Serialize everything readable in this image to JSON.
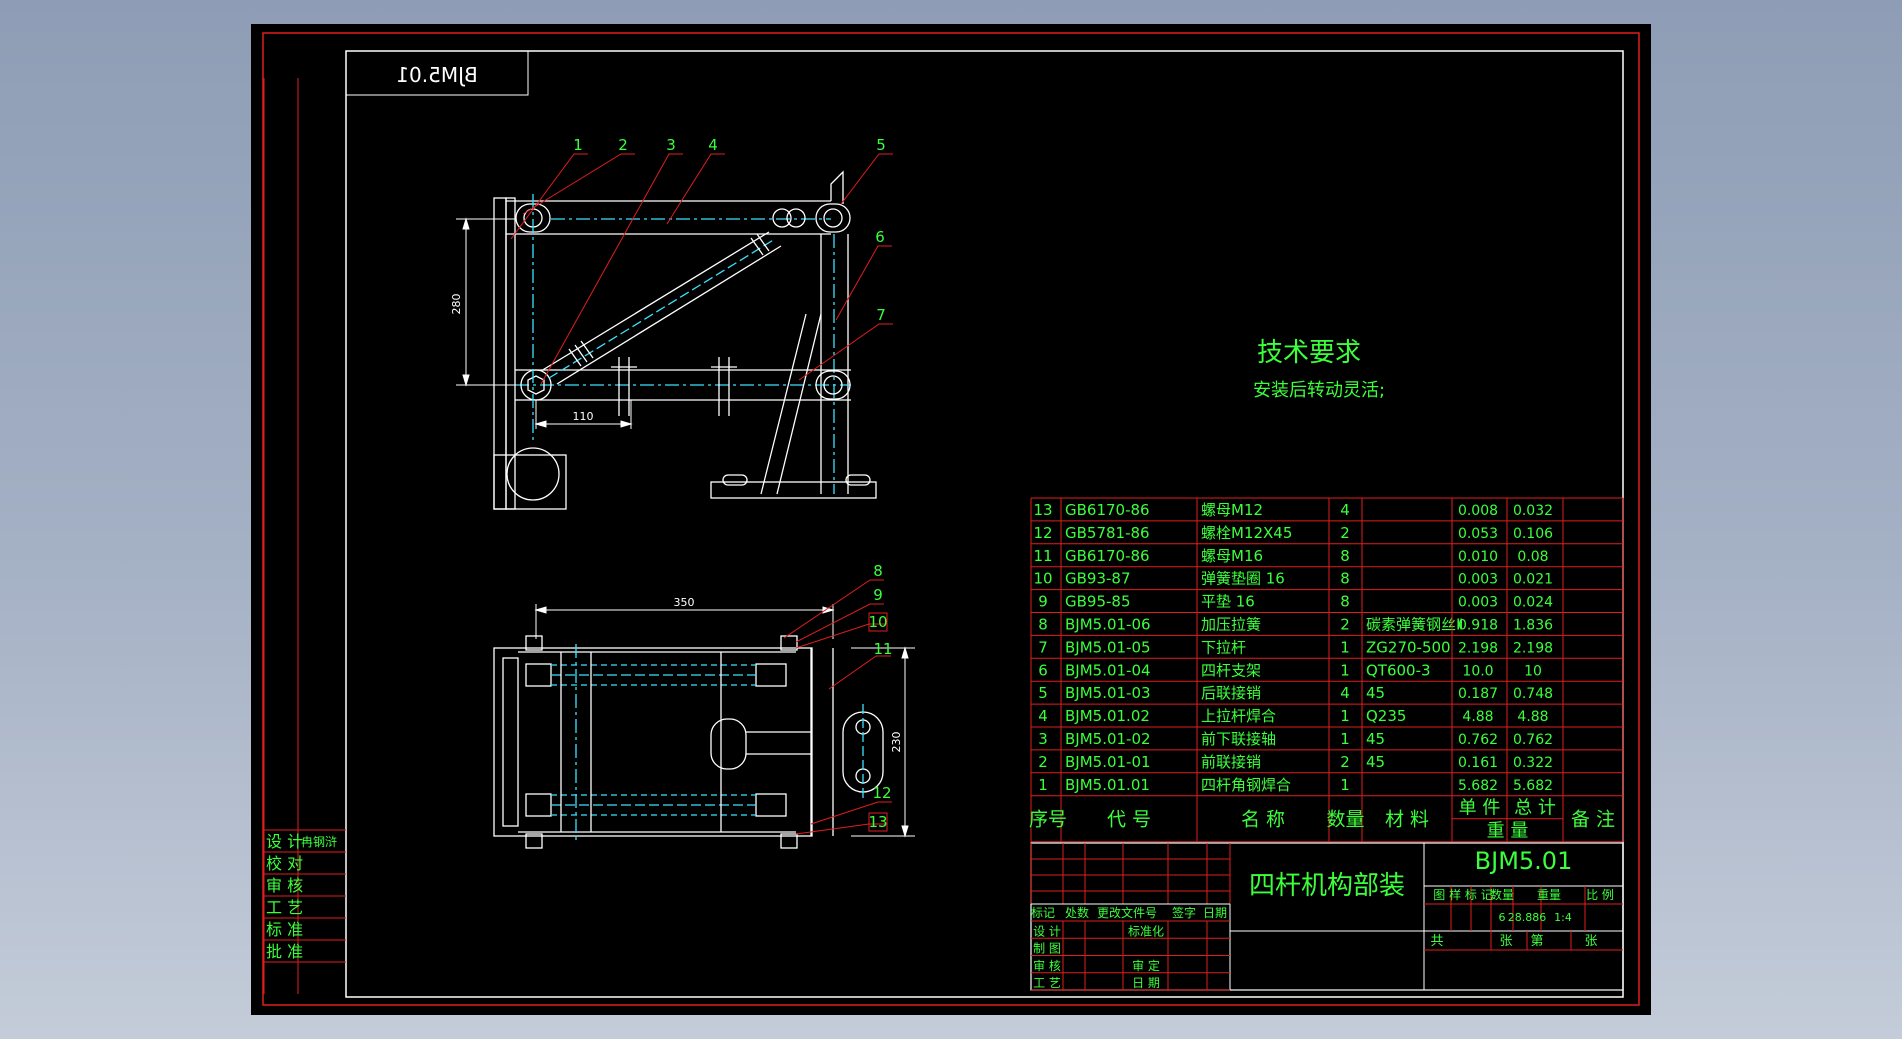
{
  "colors": {
    "background": "#000000",
    "outline": "#ffffff",
    "frame": "#e01e1e",
    "centerline": "#39e3ff",
    "text": "#3cff3c",
    "leader": "#e01e1e"
  },
  "drawing_number_mirrored": "BJM5.01",
  "left_strip": {
    "rows": [
      {
        "label": "设 计",
        "value": "冉钢浒"
      },
      {
        "label": "校 对",
        "value": ""
      },
      {
        "label": "审 核",
        "value": ""
      },
      {
        "label": "工 艺",
        "value": ""
      },
      {
        "label": "标 准",
        "value": ""
      },
      {
        "label": "批 准",
        "value": ""
      }
    ]
  },
  "front_view": {
    "balloons": [
      "1",
      "2",
      "3",
      "4",
      "5",
      "6",
      "7"
    ],
    "dims": {
      "vertical": "280",
      "horizontal": "110"
    }
  },
  "top_view": {
    "balloons": [
      "8",
      "9",
      "10",
      "11",
      "12",
      "13"
    ],
    "dims": {
      "horizontal": "350",
      "vertical": "230"
    }
  },
  "tech_requirements": {
    "title": "技术要求",
    "body": "安装后转动灵活;"
  },
  "bom": {
    "rows": [
      {
        "no": "13",
        "code": "GB6170-86",
        "name": "螺母M12",
        "qty": "4",
        "material": "",
        "unit": "0.008",
        "total": "0.032",
        "note": ""
      },
      {
        "no": "12",
        "code": "GB5781-86",
        "name": "螺栓M12X45",
        "qty": "2",
        "material": "",
        "unit": "0.053",
        "total": "0.106",
        "note": ""
      },
      {
        "no": "11",
        "code": "GB6170-86",
        "name": "螺母M16",
        "qty": "8",
        "material": "",
        "unit": "0.010",
        "total": "0.08",
        "note": ""
      },
      {
        "no": "10",
        "code": "GB93-87",
        "name": "弹簧垫圈 16",
        "qty": "8",
        "material": "",
        "unit": "0.003",
        "total": "0.021",
        "note": ""
      },
      {
        "no": "9",
        "code": "GB95-85",
        "name": "平垫 16",
        "qty": "8",
        "material": "",
        "unit": "0.003",
        "total": "0.024",
        "note": ""
      },
      {
        "no": "8",
        "code": "BJM5.01-06",
        "name": "加压拉簧",
        "qty": "2",
        "material": "碳素弹簧钢丝Ⅱ",
        "unit": "0.918",
        "total": "1.836",
        "note": ""
      },
      {
        "no": "7",
        "code": "BJM5.01-05",
        "name": "下拉杆",
        "qty": "1",
        "material": "ZG270-500",
        "unit": "2.198",
        "total": "2.198",
        "note": ""
      },
      {
        "no": "6",
        "code": "BJM5.01-04",
        "name": "四杆支架",
        "qty": "1",
        "material": "QT600-3",
        "unit": "10.0",
        "total": "10",
        "note": ""
      },
      {
        "no": "5",
        "code": "BJM5.01-03",
        "name": "后联接销",
        "qty": "4",
        "material": "45",
        "unit": "0.187",
        "total": "0.748",
        "note": ""
      },
      {
        "no": "4",
        "code": "BJM5.01.02",
        "name": "上拉杆焊合",
        "qty": "1",
        "material": "Q235",
        "unit": "4.88",
        "total": "4.88",
        "note": ""
      },
      {
        "no": "3",
        "code": "BJM5.01-02",
        "name": "前下联接轴",
        "qty": "1",
        "material": "45",
        "unit": "0.762",
        "total": "0.762",
        "note": ""
      },
      {
        "no": "2",
        "code": "BJM5.01-01",
        "name": "前联接销",
        "qty": "2",
        "material": "45",
        "unit": "0.161",
        "total": "0.322",
        "note": ""
      },
      {
        "no": "1",
        "code": "BJM5.01.01",
        "name": "四杆角钢焊合",
        "qty": "1",
        "material": "",
        "unit": "5.682",
        "total": "5.682",
        "note": ""
      }
    ],
    "header": {
      "no": "序号",
      "code": "代  号",
      "name": "名  称",
      "qty": "数量",
      "material": "材  料",
      "unit": "单 件",
      "total": "总 计",
      "weight": "重  量",
      "note": "备 注"
    }
  },
  "title_block": {
    "part_name": "四杆机构部装",
    "drawing_no": "BJM5.01",
    "rev_headers": [
      "标记",
      "处数",
      "更改文件号",
      "签字",
      "日期"
    ],
    "sign_rows": [
      {
        "role": "设 计",
        "role2": "标准化"
      },
      {
        "role": "制 图",
        "role2": ""
      },
      {
        "role": "审 核",
        "role2": "审 定"
      },
      {
        "role": "工 艺",
        "role2": "日 期"
      }
    ],
    "stage_label": "图 样 标 记",
    "qty_label": "数量",
    "weight_label": "重量",
    "scale_label": "比 例",
    "qty_value": "6",
    "weight_value": "28.886",
    "scale_value": "1:4",
    "sheets_total_label": "共",
    "sheets_label": "张",
    "sheet_no_label": "第",
    "sheet_label": "张"
  }
}
